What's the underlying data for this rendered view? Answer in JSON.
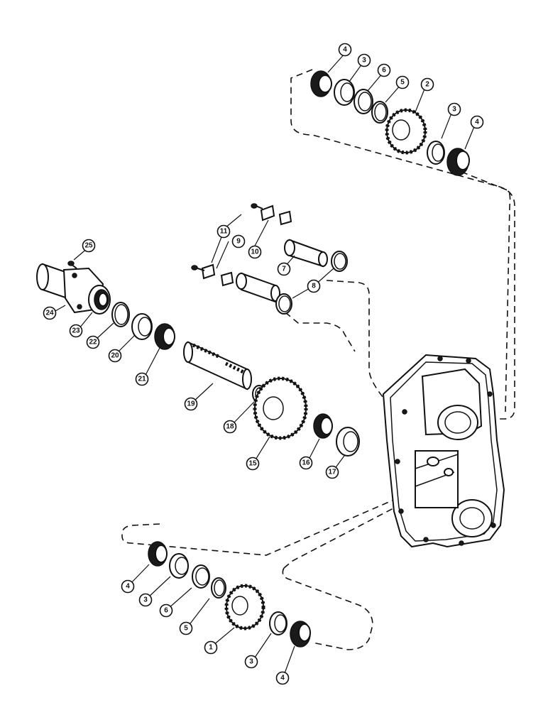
{
  "callouts": {
    "c1": "1",
    "c2": "2",
    "c3": "3",
    "c4": "4",
    "c5": "5",
    "c6": "6",
    "c7": "7",
    "c8": "8",
    "c9": "9",
    "c10": "10",
    "c11": "11",
    "c15": "15",
    "c16": "16",
    "c17": "17",
    "c18": "18",
    "c19": "19",
    "c20": "20",
    "c21": "21",
    "c22": "22",
    "c23": "23",
    "c24": "24",
    "c25": "25"
  }
}
